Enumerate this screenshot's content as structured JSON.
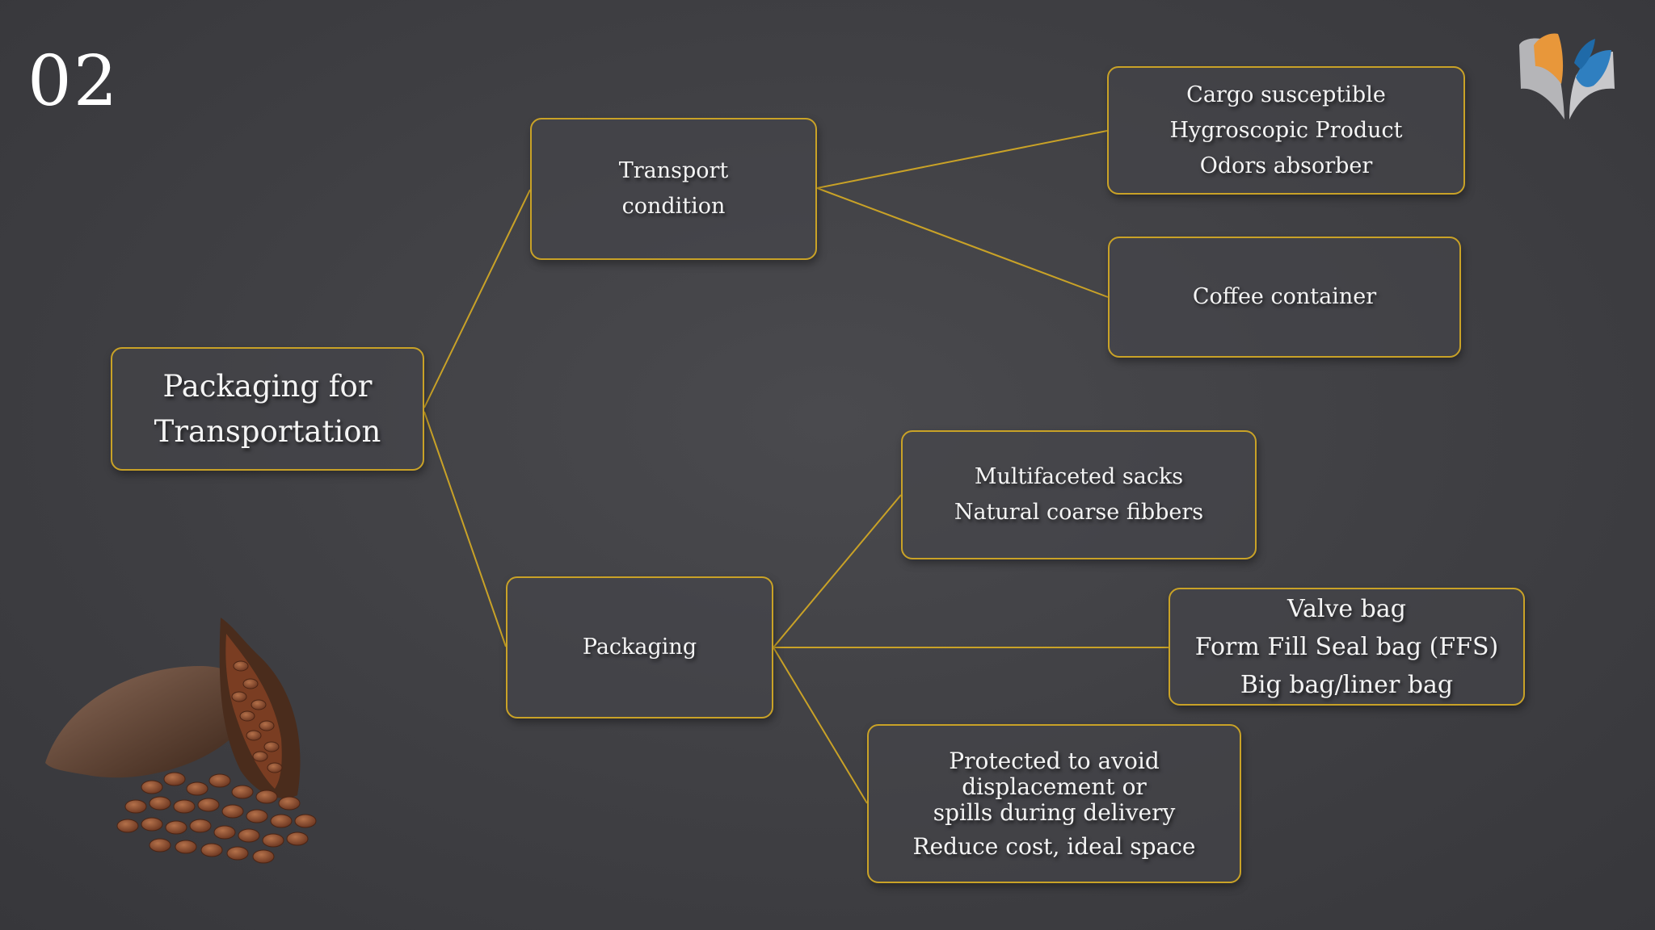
{
  "slide": {
    "number": "02"
  },
  "diagram": {
    "root": {
      "lines": [
        "Packaging for",
        "Transportation"
      ]
    },
    "transport": {
      "label_lines": [
        "Transport",
        "condition"
      ],
      "cargo_lines": [
        "Cargo susceptible",
        "Hygroscopic Product",
        "Odors absorber"
      ],
      "container_label": "Coffee container"
    },
    "packaging": {
      "label": "Packaging",
      "sacks_lines": [
        "Multifaceted sacks",
        "Natural coarse fibbers"
      ],
      "bags_lines": [
        "Valve bag",
        "Form Fill Seal bag (FFS)",
        "Big bag/liner bag"
      ],
      "protect_lines": [
        "Protected to avoid displacement or",
        "spills during delivery",
        "Reduce cost, ideal space"
      ]
    }
  },
  "colors": {
    "background": "#424246",
    "box_border": "#c9a227",
    "connector": "#c9a227",
    "text": "#f4f4f4",
    "logo_orange": "#e8973a",
    "logo_blue": "#2f7fc0",
    "logo_gray": "#b5b5b8"
  },
  "icons": {
    "logo": "book-leaf-logo-icon",
    "image": "cocoa-pod-beans-image"
  }
}
